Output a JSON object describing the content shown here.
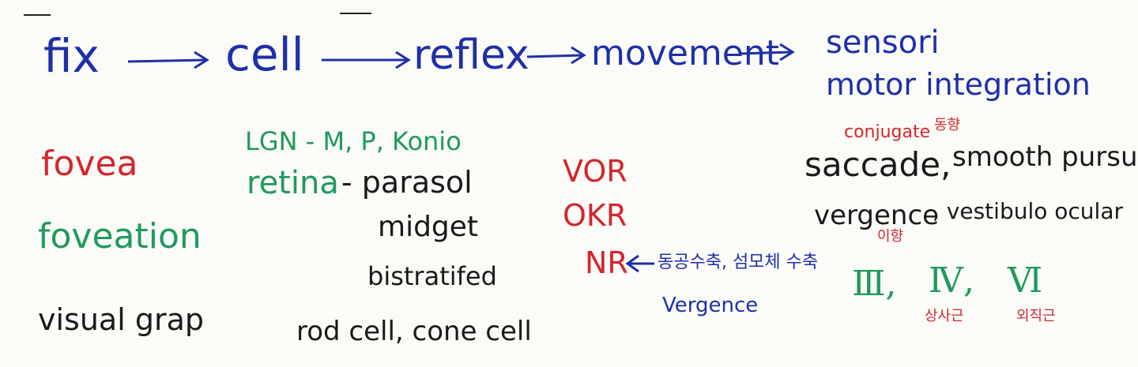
{
  "top_row": {
    "fix": "fix",
    "cell": "cell",
    "reflex": "reflex",
    "movement": "movement",
    "sensori": "sensori",
    "motor_integration": "motor integration"
  },
  "col1": {
    "fovea": "fovea",
    "foveation": "foveation",
    "visual_grap": "visual grap"
  },
  "col2": {
    "lgn": "LGN - M, P, Konio",
    "retina": "retina",
    "parasol": "- parasol",
    "midget": "midget",
    "bistratifed": "bistratifed",
    "rod_cone": "rod cell, cone cell"
  },
  "col3": {
    "vor": "VOR",
    "okr": "OKR",
    "nr": "NR",
    "nr_note": "동공수축, 섬모체 수축",
    "vergence": "Vergence"
  },
  "col4": {
    "conjugate": "conjugate",
    "conjugate_kr": "동향",
    "saccade": "saccade,",
    "smooth_pursuit": "smooth pursuit",
    "vergence": "vergence",
    "vergence_kr": "이향",
    "vestibulo": ", vestibulo ocular",
    "nerve_3": "Ⅲ,",
    "nerve_4": "Ⅳ,",
    "nerve_6": "Ⅵ",
    "nerve_4_kr": "상사근",
    "nerve_6_kr": "외직근"
  },
  "colors": {
    "blue": "#1f2fa8",
    "red": "#d3262c",
    "green": "#1f9a5c",
    "black": "#1a1a1a"
  }
}
